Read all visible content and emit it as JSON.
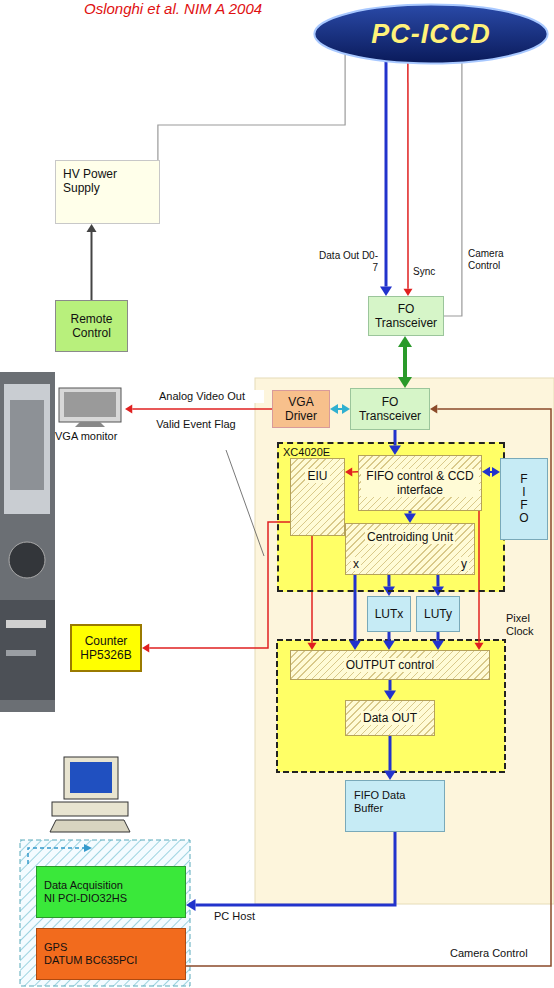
{
  "diagram": {
    "nodes": [
      {
        "text": [
          "PC-ICCD"
        ]
      },
      {
        "text": [
          "HV Power Supply"
        ]
      },
      {
        "text": [
          "Remote Control"
        ]
      },
      {
        "text": [
          "FO Transceiver"
        ]
      },
      {
        "text": [
          "VGA monitor"
        ]
      },
      {
        "text": [
          "VGA Driver"
        ]
      },
      {
        "text": [
          "FO Transceiver"
        ]
      },
      {
        "text": [
          "XC4020E"
        ]
      },
      {
        "text": [
          "EIU"
        ],
        "in": 7
      },
      {
        "text": [
          "FIFO control & CCD interface"
        ],
        "in": 7
      },
      {
        "text": [
          "FIFO"
        ]
      },
      {
        "text": [
          "Centroiding Unit",
          "x",
          "y"
        ],
        "in": 7
      },
      {
        "text": [
          "LUTx"
        ]
      },
      {
        "text": [
          "LUTy"
        ]
      },
      {
        "text": [
          "OUTPUT control"
        ]
      },
      {
        "text": [
          "Data OUT"
        ]
      },
      {
        "text": [
          "Counter HP5326B"
        ]
      },
      {
        "text": [
          "FIFO Data Buffer"
        ]
      },
      {
        "text": [
          "Data Acquisition",
          "NI PCI-DIO32HS"
        ]
      },
      {
        "text": [
          "GPS",
          "DATUM BC635PCI"
        ]
      }
    ],
    "edges": [
      {
        "from": 0,
        "to": 3,
        "arrow": "to",
        "label": "Data Out D0-7"
      },
      {
        "from": 0,
        "to": 3,
        "arrow": "to",
        "label": "Sync"
      },
      {
        "from": 3,
        "to": 0,
        "arrow": "none",
        "label": "Camera Control"
      },
      {
        "from": 1,
        "to": 0,
        "arrow": "none"
      },
      {
        "from": 2,
        "to": 1,
        "arrow": "to"
      },
      {
        "from": 3,
        "to": 6,
        "arrow": "both"
      },
      {
        "from": 5,
        "to": 6,
        "arrow": "both"
      },
      {
        "from": 5,
        "to": 4,
        "arrow": "to",
        "label": "Analog Video Out"
      },
      {
        "from": 6,
        "to": 9,
        "arrow": "to"
      },
      {
        "from": 9,
        "to": 10,
        "arrow": "both"
      },
      {
        "from": 9,
        "to": 8,
        "arrow": "to"
      },
      {
        "from": 9,
        "to": 11,
        "arrow": "to"
      },
      {
        "from": 11,
        "to": 12,
        "arrow": "to"
      },
      {
        "from": 11,
        "to": 13,
        "arrow": "to"
      },
      {
        "from": 11,
        "to": 14,
        "arrow": "to"
      },
      {
        "from": 12,
        "to": 14,
        "arrow": "to"
      },
      {
        "from": 13,
        "to": 14,
        "arrow": "to"
      },
      {
        "from": 8,
        "to": 16,
        "arrow": "to",
        "label": "Valid Event Flag"
      },
      {
        "from": 8,
        "to": 14,
        "arrow": "to"
      },
      {
        "from": 9,
        "to": 14,
        "arrow": "to",
        "label": "Pixel Clock"
      },
      {
        "from": 14,
        "to": 15,
        "arrow": "to"
      },
      {
        "from": 15,
        "to": 17,
        "arrow": "to"
      },
      {
        "from": 17,
        "to": 18,
        "arrow": "to",
        "label": "PC Host"
      },
      {
        "from": 19,
        "to": 6,
        "arrow": "to",
        "label": "Camera Control"
      }
    ],
    "labels": [
      "Oslonghi et al. NIM A 2004"
    ]
  }
}
